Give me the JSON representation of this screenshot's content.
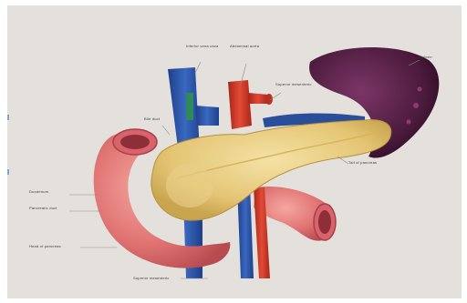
{
  "diagram": {
    "labels": {
      "top_left_vessel": "Inferior vena cava",
      "top_mid_vessel": "Abdominal aorta",
      "top_right_vessel": "Superior mesenteric",
      "right_spleen": "Spleen",
      "left_upper": "Bile duct",
      "left_mid_1": "Duodenum",
      "left_mid_2": "Pancreatic duct",
      "left_low": "Head of pancreas",
      "right_low": "Tail of pancreas",
      "bottom": "Superior mesenteric"
    },
    "colors": {
      "background": "#e4e1dd",
      "pancreas": "#e9d08a",
      "duodenum": "#e47a7a",
      "vein": "#2f56a6",
      "artery": "#d63a2a",
      "spleen": "#4b1a3c"
    }
  }
}
